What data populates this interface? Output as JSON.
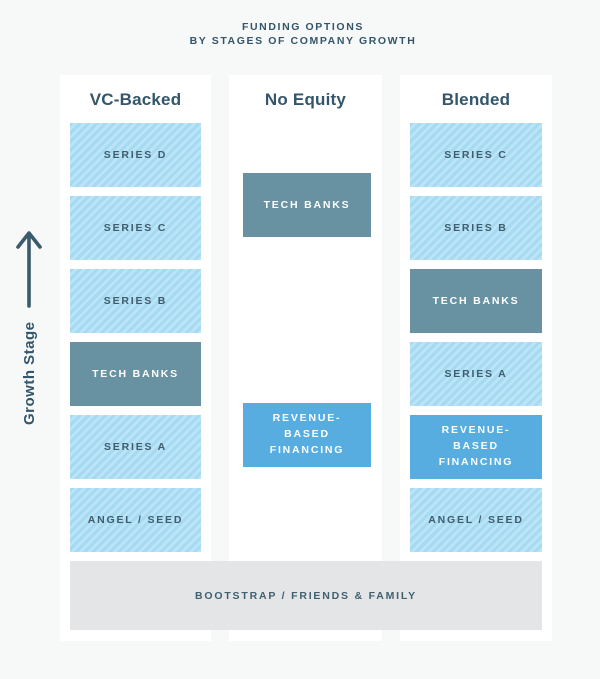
{
  "title": {
    "line1": "FUNDING OPTIONS",
    "line2": "BY STAGES OF COMPANY GROWTH"
  },
  "y_axis": {
    "label": "Growth Stage",
    "arrow_icon": "up-arrow"
  },
  "columns": [
    {
      "header": "VC-Backed",
      "boxes": [
        {
          "label": "SERIES D",
          "style": "light"
        },
        {
          "label": "SERIES C",
          "style": "light"
        },
        {
          "label": "SERIES B",
          "style": "light"
        },
        {
          "label": "TECH BANKS",
          "style": "dark"
        },
        {
          "label": "SERIES A",
          "style": "light"
        },
        {
          "label": "ANGEL / SEED",
          "style": "light"
        }
      ]
    },
    {
      "header": "No Equity",
      "boxes": [
        {
          "label": "TECH BANKS",
          "style": "dark"
        },
        {
          "lines": [
            "REVENUE-",
            "BASED",
            "FINANCING"
          ],
          "style": "blue"
        }
      ]
    },
    {
      "header": "Blended",
      "boxes": [
        {
          "label": "SERIES C",
          "style": "light"
        },
        {
          "label": "SERIES B",
          "style": "light"
        },
        {
          "label": "TECH BANKS",
          "style": "dark"
        },
        {
          "label": "SERIES A",
          "style": "light"
        },
        {
          "lines": [
            "REVENUE-",
            "BASED",
            "FINANCING"
          ],
          "style": "blue"
        },
        {
          "label": "ANGEL / SEED",
          "style": "light"
        }
      ]
    }
  ],
  "footer": {
    "label": "BOOTSTRAP / FRIENDS & FAMILY"
  },
  "colors": {
    "background": "#f7f8f8",
    "panel": "#ffffff",
    "light_blue_box": "#a6daf2",
    "light_blue_stripe": "#bbe4f6",
    "dark_slate_box": "#6891a1",
    "blue_box": "#57ace0",
    "footer_bar": "#e3e5e7",
    "heading_text": "#33566b",
    "box_label_text": "#3f5d6d",
    "white_text": "#ffffff"
  }
}
